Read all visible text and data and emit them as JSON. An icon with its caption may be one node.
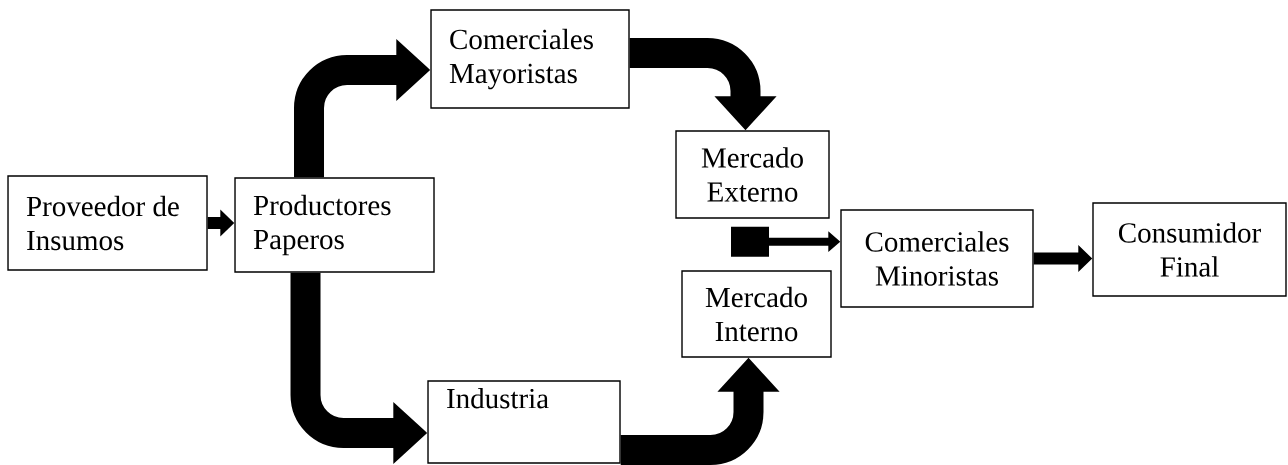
{
  "diagram": {
    "nodes": [
      {
        "text": [
          "Proveedor de Insumos"
        ]
      },
      {
        "text": [
          "Productores Paperos"
        ]
      },
      {
        "text": [
          "Comerciales Mayoristas"
        ]
      },
      {
        "text": [
          "Industria"
        ]
      },
      {
        "text": [
          "Mercado Externo"
        ]
      },
      {
        "text": [
          "Mercado Interno"
        ]
      },
      {
        "text": [
          "Comerciales Minoristas"
        ]
      },
      {
        "text": [
          "Consumidor Final"
        ]
      }
    ],
    "edges": [
      {
        "from": 0,
        "to": 1,
        "arrow": "to"
      },
      {
        "from": 1,
        "to": 2,
        "arrow": "to"
      },
      {
        "from": 1,
        "to": 3,
        "arrow": "to"
      },
      {
        "from": 2,
        "to": 4,
        "arrow": "to"
      },
      {
        "from": 3,
        "to": 5,
        "arrow": "to"
      },
      {
        "from": 4,
        "to": 6,
        "arrow": "to"
      },
      {
        "from": 6,
        "to": 7,
        "arrow": "to"
      }
    ]
  }
}
